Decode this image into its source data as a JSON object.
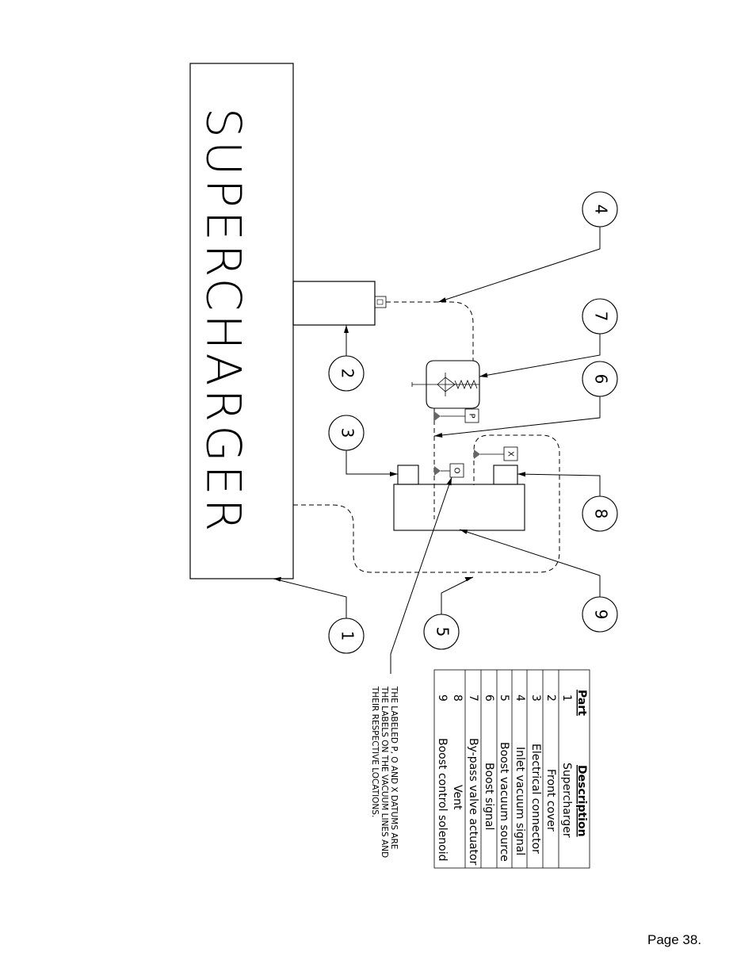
{
  "title": "SUPERCHARGER",
  "callouts": [
    "1",
    "2",
    "3",
    "4",
    "5",
    "6",
    "7",
    "8",
    "9"
  ],
  "markers": {
    "p": "P",
    "o": "O",
    "x": "X"
  },
  "note": [
    "THE LABELED P, O AND X DATUMS ARE",
    "THE LABELS ON THE VACUUM LINES AND",
    "THEIR RESPECTIVE LOCATIONS."
  ],
  "parts_table": {
    "headers": {
      "part": "Part",
      "description": "Description"
    },
    "rows": [
      {
        "part": "1",
        "description": "Supercharger"
      },
      {
        "part": "2",
        "description": "Front cover"
      },
      {
        "part": "3",
        "description": "Electrical connector"
      },
      {
        "part": "4",
        "description": "Inlet vacuum signal"
      },
      {
        "part": "5",
        "description": "Boost vacuum source"
      },
      {
        "part": "6",
        "description": "Boost signal"
      },
      {
        "part": "7",
        "description": "By-pass valve actuator"
      },
      {
        "part": "8",
        "description": "Vent"
      },
      {
        "part": "9",
        "description": "Boost control solenoid"
      }
    ]
  },
  "page_label": "Page 38."
}
